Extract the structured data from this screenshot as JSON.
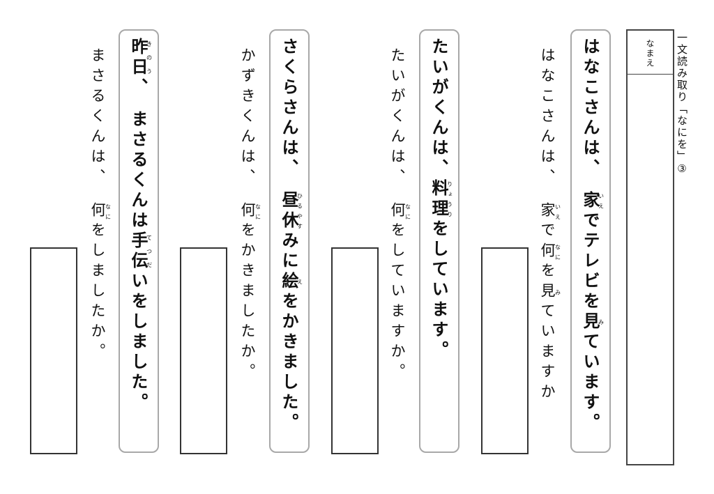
{
  "title": "一文読み取り「なにを」③",
  "name_label": "なまえ",
  "items": [
    {
      "story": [
        {
          "t": "はなこさんは、　"
        },
        {
          "t": "家",
          "r": "いえ"
        },
        {
          "t": "でテレビを"
        },
        {
          "t": "見",
          "r": "み"
        },
        {
          "t": "ています。"
        }
      ],
      "question": [
        {
          "t": "はなこさんは、　"
        },
        {
          "t": "家",
          "r": "いえ"
        },
        {
          "t": "で"
        },
        {
          "t": "何",
          "r": "なに"
        },
        {
          "t": "を"
        },
        {
          "t": "見",
          "r": "み"
        },
        {
          "t": "ていますか"
        }
      ]
    },
    {
      "story": [
        {
          "t": "たいがくんは、"
        },
        {
          "t": "料理",
          "r": "りょうり"
        },
        {
          "t": "をしています。"
        }
      ],
      "question": [
        {
          "t": "たいがくんは、　"
        },
        {
          "t": "何",
          "r": "なに"
        },
        {
          "t": "をしていますか。"
        }
      ]
    },
    {
      "story": [
        {
          "t": "さくらさんは、　"
        },
        {
          "t": "昼休",
          "r": "ひるやす"
        },
        {
          "t": "みに"
        },
        {
          "t": "絵",
          "r": "え"
        },
        {
          "t": "をかきました。"
        }
      ],
      "question": [
        {
          "t": "かずきくんは、　"
        },
        {
          "t": "何",
          "r": "なに"
        },
        {
          "t": "をかきましたか。"
        }
      ]
    },
    {
      "story": [
        {
          "t": "昨日",
          "r": "きのう"
        },
        {
          "t": "、　まさるくんは"
        },
        {
          "t": "手伝",
          "r": "てつだ"
        },
        {
          "t": "いをしました。"
        }
      ],
      "question": [
        {
          "t": "まさるくんは、　"
        },
        {
          "t": "何",
          "r": "なに"
        },
        {
          "t": "をしましたか。"
        }
      ]
    }
  ]
}
